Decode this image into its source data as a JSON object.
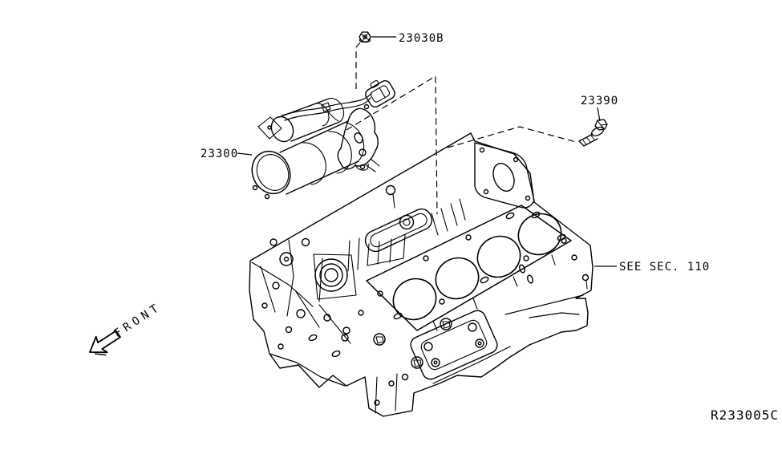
{
  "page": {
    "background": "#ffffff",
    "ink": "#000000"
  },
  "diagram": {
    "reference_code": "R233005C",
    "front_label": "FRONT",
    "see_section_label": "SEE SEC. 110",
    "callouts": [
      {
        "part_no": "23030B",
        "part_glyph": "flanged-nut"
      },
      {
        "part_no": "23300",
        "part_glyph": "starter-motor"
      },
      {
        "part_no": "23390",
        "part_glyph": "hex-flange-bolt"
      }
    ]
  }
}
